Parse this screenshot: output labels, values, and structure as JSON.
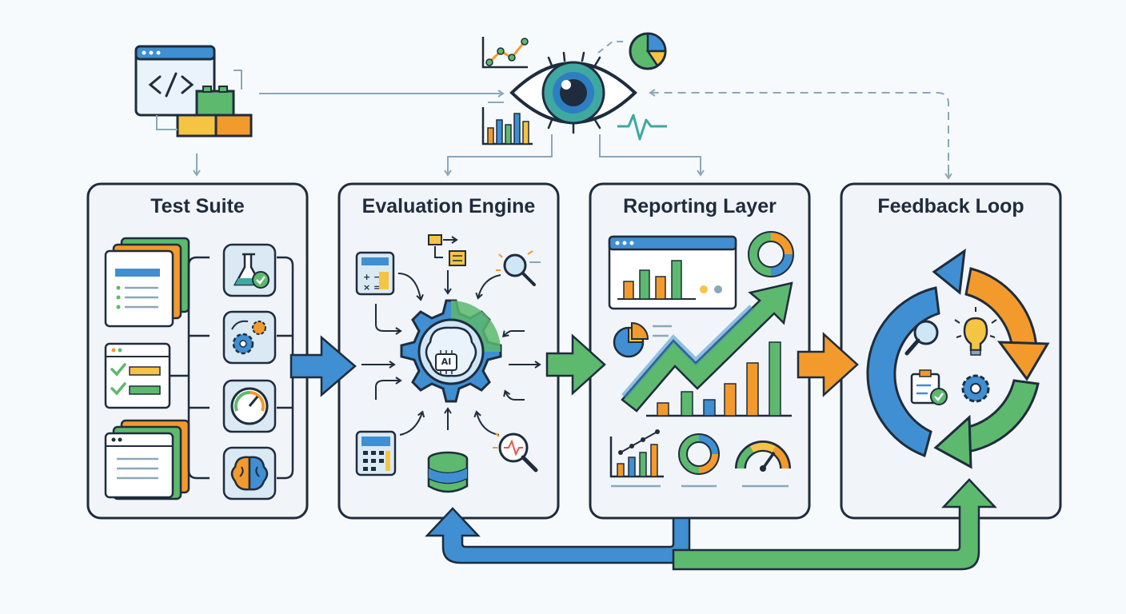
{
  "stages": [
    {
      "id": "test-suite",
      "label": "Test Suite"
    },
    {
      "id": "evaluation-engine",
      "label": "Evaluation Engine"
    },
    {
      "id": "reporting-layer",
      "label": "Reporting Layer"
    },
    {
      "id": "feedback-loop",
      "label": "Feedback Loop"
    }
  ],
  "engine_chip_label": "AI",
  "colors": {
    "outline": "#1f2c3d",
    "blue": "#3f8fd2",
    "green": "#5cb96e",
    "orange": "#f39a2c",
    "yellow": "#f6c443",
    "teal": "#3fa8a0",
    "connector": "#8aa7bb"
  },
  "icons": [
    "code-window-icon",
    "building-blocks-icon",
    "eye-icon",
    "line-chart-icon",
    "pie-chart-icon",
    "bar-chart-icon",
    "pulse-icon",
    "document-stack-icon",
    "checklist-icon",
    "flask-icon",
    "gears-icon",
    "gauge-icon",
    "brain-icon",
    "calculator-icon",
    "flow-chart-icon",
    "magnifier-icon",
    "ai-gear-icon",
    "database-icon",
    "donut-chart-icon",
    "trend-arrow-icon",
    "lightbulb-icon",
    "clipboard-check-icon",
    "gear-icon",
    "cycle-arrows-icon"
  ]
}
